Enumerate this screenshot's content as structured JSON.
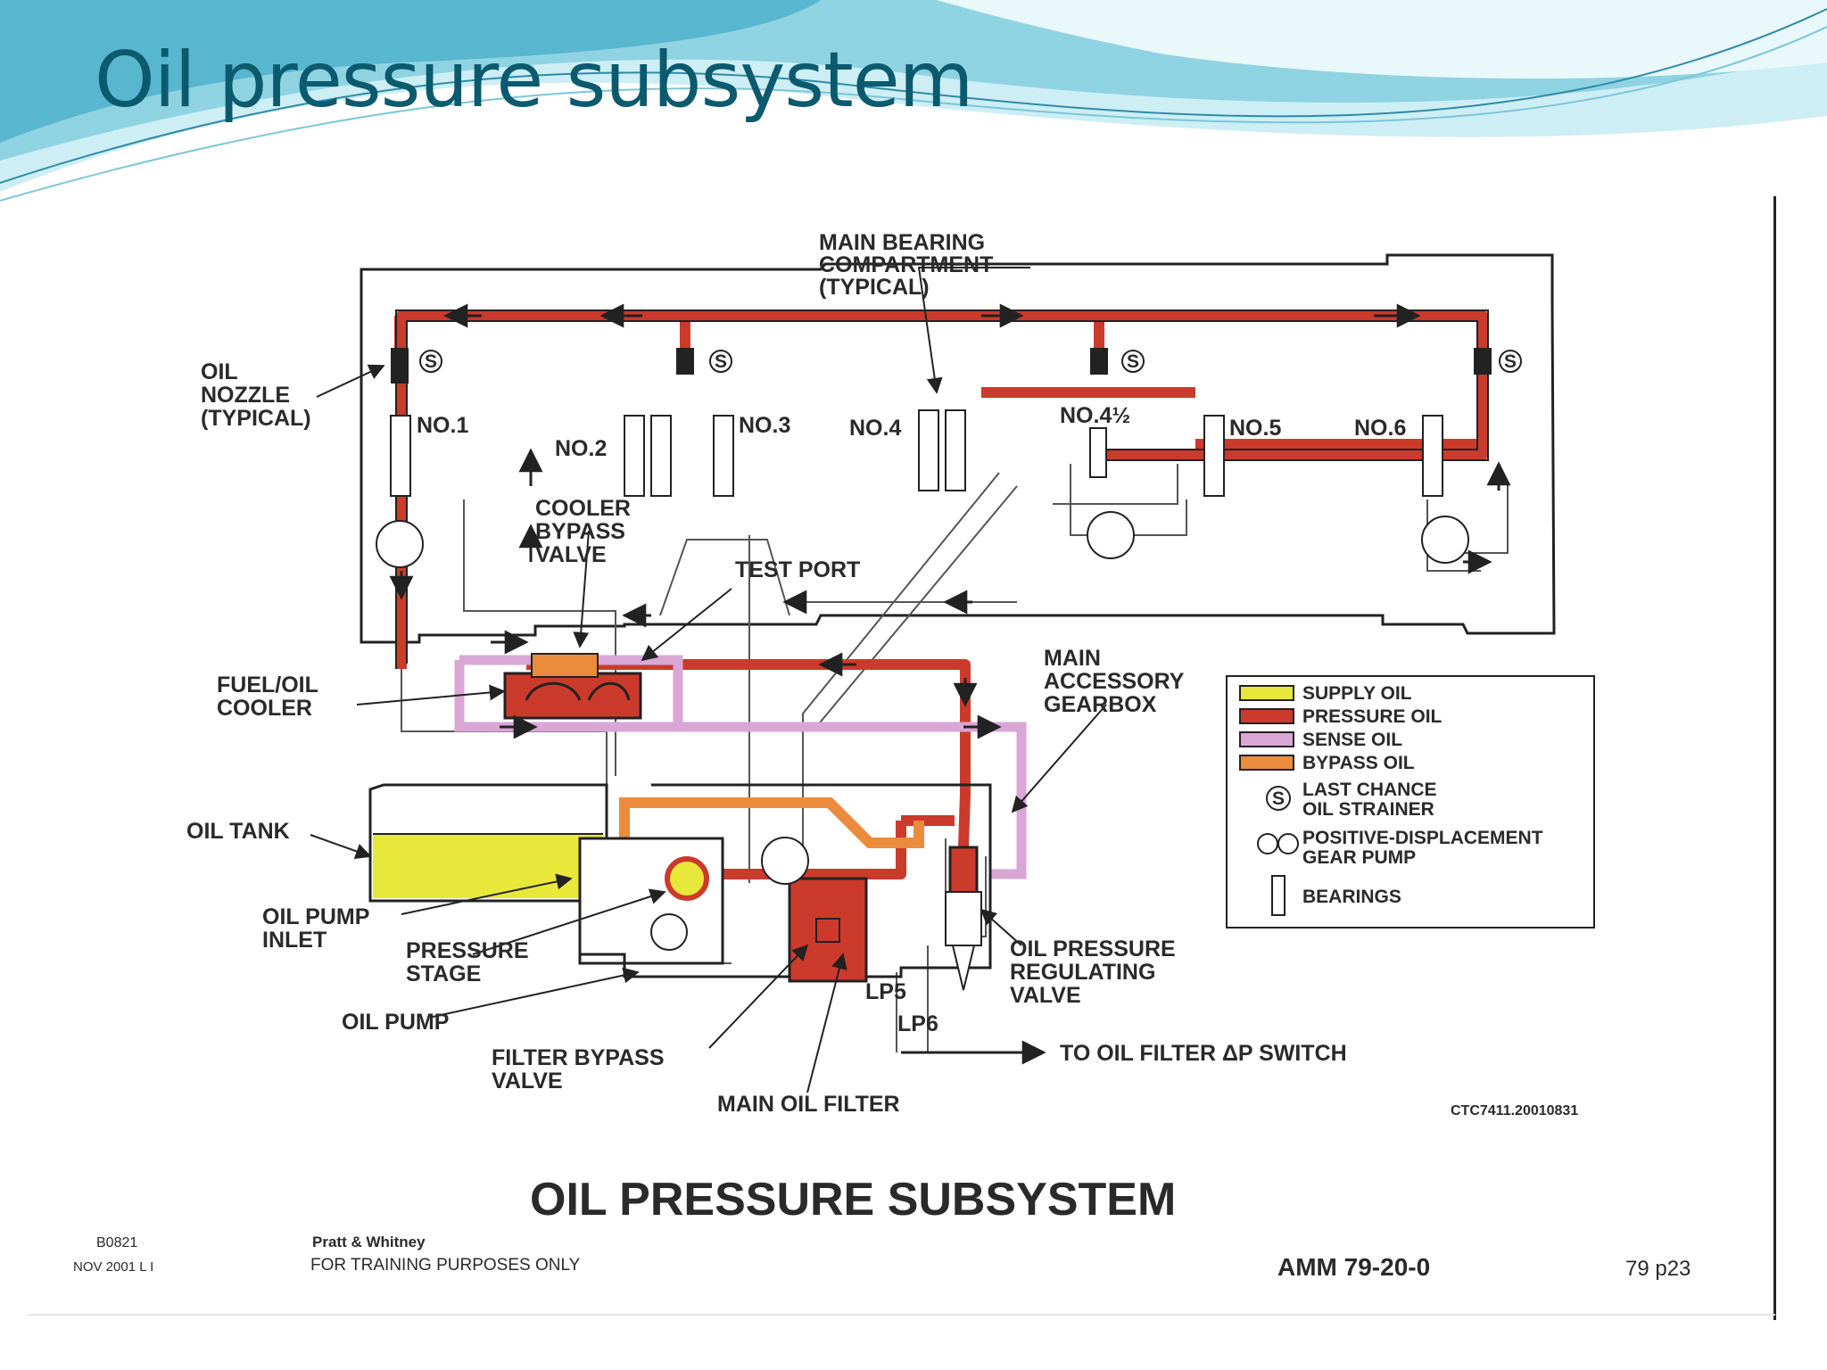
{
  "slide": {
    "title": "Oil pressure subsystem"
  },
  "labels": {
    "main_bearing": [
      "MAIN BEARING",
      "COMPARTMENT",
      "(TYPICAL)"
    ],
    "oil_nozzle": [
      "OIL",
      "NOZZLE",
      "(TYPICAL)"
    ],
    "bearing_numbers": {
      "no1": "NO.1",
      "no2": "NO.2",
      "no3": "NO.3",
      "no4": "NO.4",
      "no4half": "NO.4½",
      "no5": "NO.5",
      "no6": "NO.6"
    },
    "strainer_symbol": "S",
    "cooler_bypass_valve": [
      "COOLER",
      "BYPASS",
      "VALVE"
    ],
    "test_port": "TEST PORT",
    "fuel_oil_cooler": [
      "FUEL/OIL",
      "COOLER"
    ],
    "main_accessory_gearbox": [
      "MAIN",
      "ACCESSORY",
      "GEARBOX"
    ],
    "oil_tank": "OIL TANK",
    "oil_pump_inlet": [
      "OIL PUMP",
      "INLET"
    ],
    "pressure_stage": [
      "PRESSURE",
      "STAGE"
    ],
    "oil_pump": "OIL PUMP",
    "filter_bypass_valve": [
      "FILTER BYPASS",
      "VALVE"
    ],
    "main_oil_filter": "MAIN OIL FILTER",
    "lp5": "LP5",
    "lp6": "LP6",
    "to_switch": "TO OIL FILTER ΔP SWITCH",
    "oil_pressure_regulating_valve": [
      "OIL PRESSURE",
      "REGULATING",
      "VALVE"
    ],
    "drawing_code": "CTC7411.20010831"
  },
  "legend": {
    "items": [
      {
        "label": "SUPPLY OIL",
        "color": "#e8e83a"
      },
      {
        "label": "PRESSURE OIL",
        "color": "#cc3a2c"
      },
      {
        "label": "SENSE OIL",
        "color": "#d9a6d6"
      },
      {
        "label": "BYPASS OIL",
        "color": "#eb8c3d"
      }
    ],
    "strainer": [
      "LAST CHANCE",
      "OIL STRAINER"
    ],
    "gear_pump": [
      "POSITIVE-DISPLACEMENT",
      "GEAR PUMP"
    ],
    "bearings": "BEARINGS"
  },
  "footer": {
    "big_title": "OIL PRESSURE SUBSYSTEM",
    "doc_code": "B0821",
    "date": "NOV 2001 L I",
    "company": "Pratt & Whitney",
    "training": "FOR TRAINING PURPOSES ONLY",
    "amm": "AMM 79-20-0",
    "page": "79 p23"
  },
  "colors": {
    "supply": "#e8e83a",
    "pressure": "#cc3a2c",
    "sense": "#d9a6d6",
    "bypass": "#eb8c3d",
    "title": "#0b5a6e",
    "wave_light": "#bfe6f0",
    "wave_dark": "#3aa6c2"
  }
}
